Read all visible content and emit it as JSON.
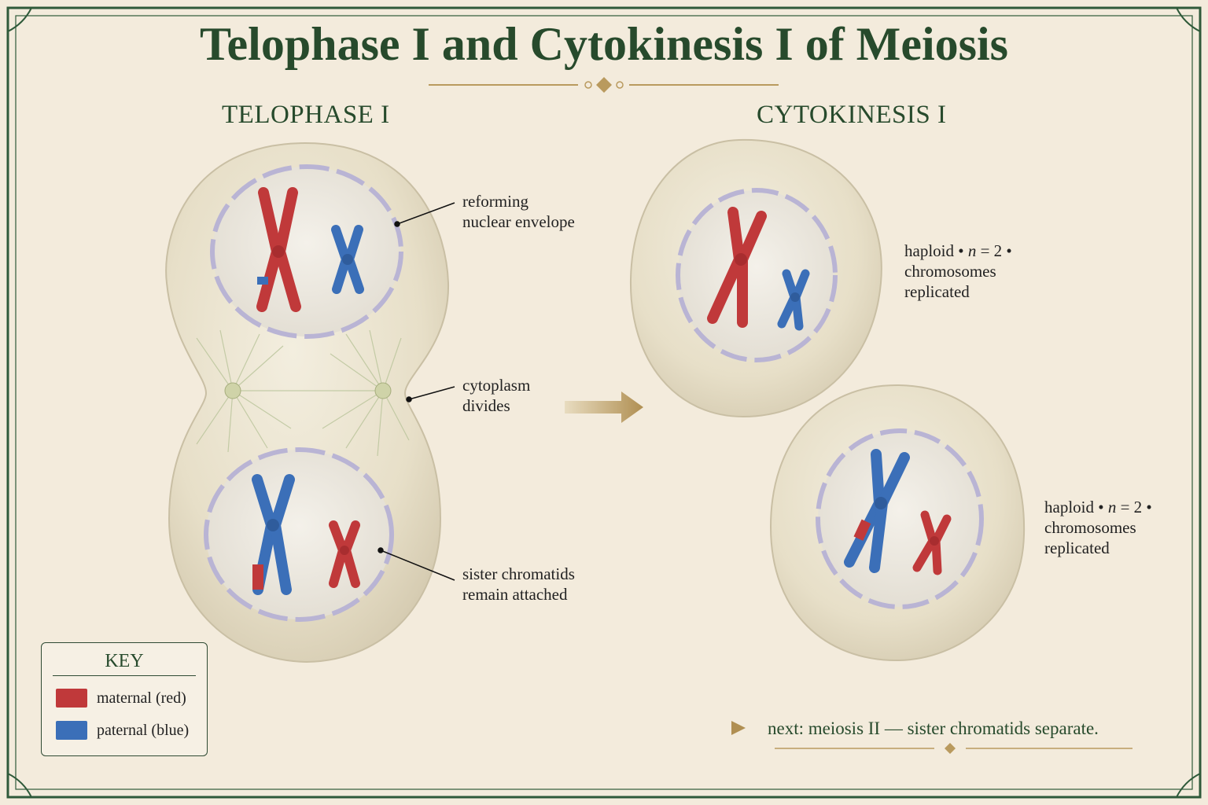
{
  "title": "Telophase I and Cytokinesis I of Meiosis",
  "sections": {
    "telophase": "TELOPHASE I",
    "cytokinesis": "CYTOKINESIS I"
  },
  "labels": {
    "nuclear_envelope": [
      "reforming",
      "nuclear envelope"
    ],
    "cytoplasm": [
      "cytoplasm",
      "divides"
    ],
    "sister_chromatids": [
      "sister chromatids",
      "remain attached"
    ],
    "cell_top": {
      "prefix": "haploid • ",
      "n": "n",
      "suffix": " = 2 •",
      "line2": "chromosomes",
      "line3": "replicated"
    },
    "cell_bottom": {
      "prefix": "haploid • ",
      "n": "n",
      "suffix": " = 2 •",
      "line2": "chromosomes",
      "line3": "replicated"
    }
  },
  "key": {
    "title": "KEY",
    "items": [
      {
        "label": "maternal (red)",
        "color": "#c0393a"
      },
      {
        "label": "paternal (blue)",
        "color": "#3b6fb8"
      }
    ]
  },
  "next_step": "next: meiosis II — sister chromatids separate.",
  "colors": {
    "maternal": "#c0393a",
    "paternal": "#3b6fb8",
    "title_green": "#274a2c",
    "arrow_gold": "#b99a5e",
    "background": "#f3ebdc"
  }
}
